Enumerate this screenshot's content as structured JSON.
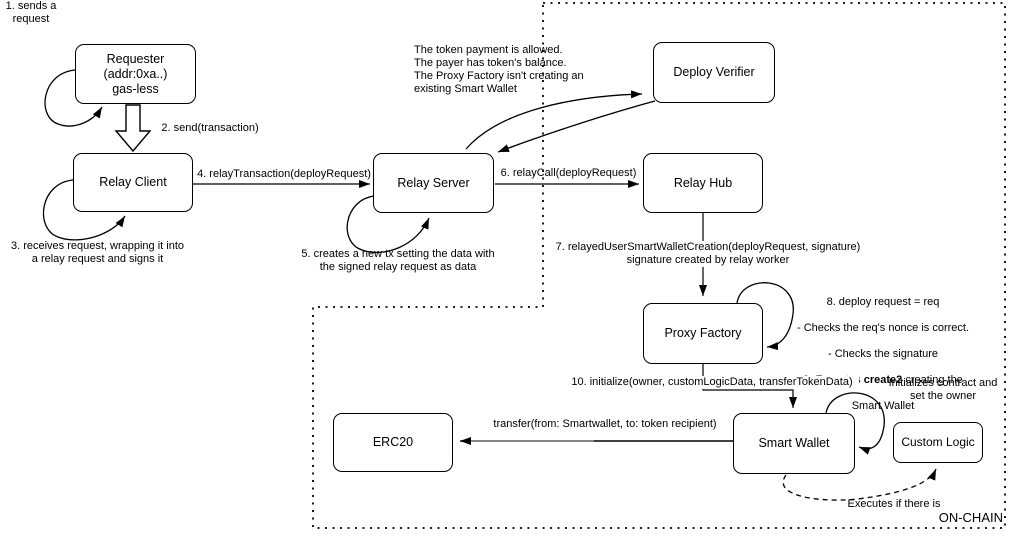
{
  "colors": {
    "stroke": "#000000",
    "background": "#ffffff",
    "transfer_line_gray": "#757575"
  },
  "boxes": {
    "requester": {
      "label": "Requester\n(addr:0xa..)\ngas-less"
    },
    "relay_client": {
      "label": "Relay Client"
    },
    "relay_server": {
      "label": "Relay Server"
    },
    "deploy_verifier": {
      "label": "Deploy Verifier"
    },
    "relay_hub": {
      "label": "Relay Hub"
    },
    "proxy_factory": {
      "label": "Proxy Factory"
    },
    "smart_wallet": {
      "label": "Smart Wallet"
    },
    "erc20": {
      "label": "ERC20"
    },
    "custom_logic": {
      "label": "Custom Logic"
    }
  },
  "labels": {
    "step1": "1. sends a\nrequest",
    "step2": "2. send(transaction)",
    "step3": "3. receives request, wrapping it into\na relay request and signs it",
    "step4": "4. relayTransaction(deployRequest)",
    "step5": "5. creates a new tx setting the data with\nthe signed relay request as data",
    "step6": "6. relayCall(deployRequest)",
    "step7": "7. relayedUserSmartWalletCreation(deployRequest, signature)\nsignature created by relay worker",
    "verifier_note": "The token payment is allowed.\nThe payer has token's balance.\nThe Proxy Factory isn't creating an\nexisting Smart Wallet",
    "step8_line1": "8. deploy request = req",
    "step8_line2": "- Checks the req's nonce is correct.",
    "step8_line3": "- Checks the signature",
    "step9_pre": "9. Executes ",
    "step9_bold": "create2",
    "step9_post": " creating the",
    "step9_line2": "Smart Wallet",
    "step10": "10. initialize(owner, customLogicData, transferTokenData)",
    "init_note": "Initializes contract and\nset the owner",
    "transfer": "transfer(from: Smartwallet, to: token recipient)",
    "executes_note": "Executes if there is",
    "on_chain": "ON-CHAIN"
  }
}
